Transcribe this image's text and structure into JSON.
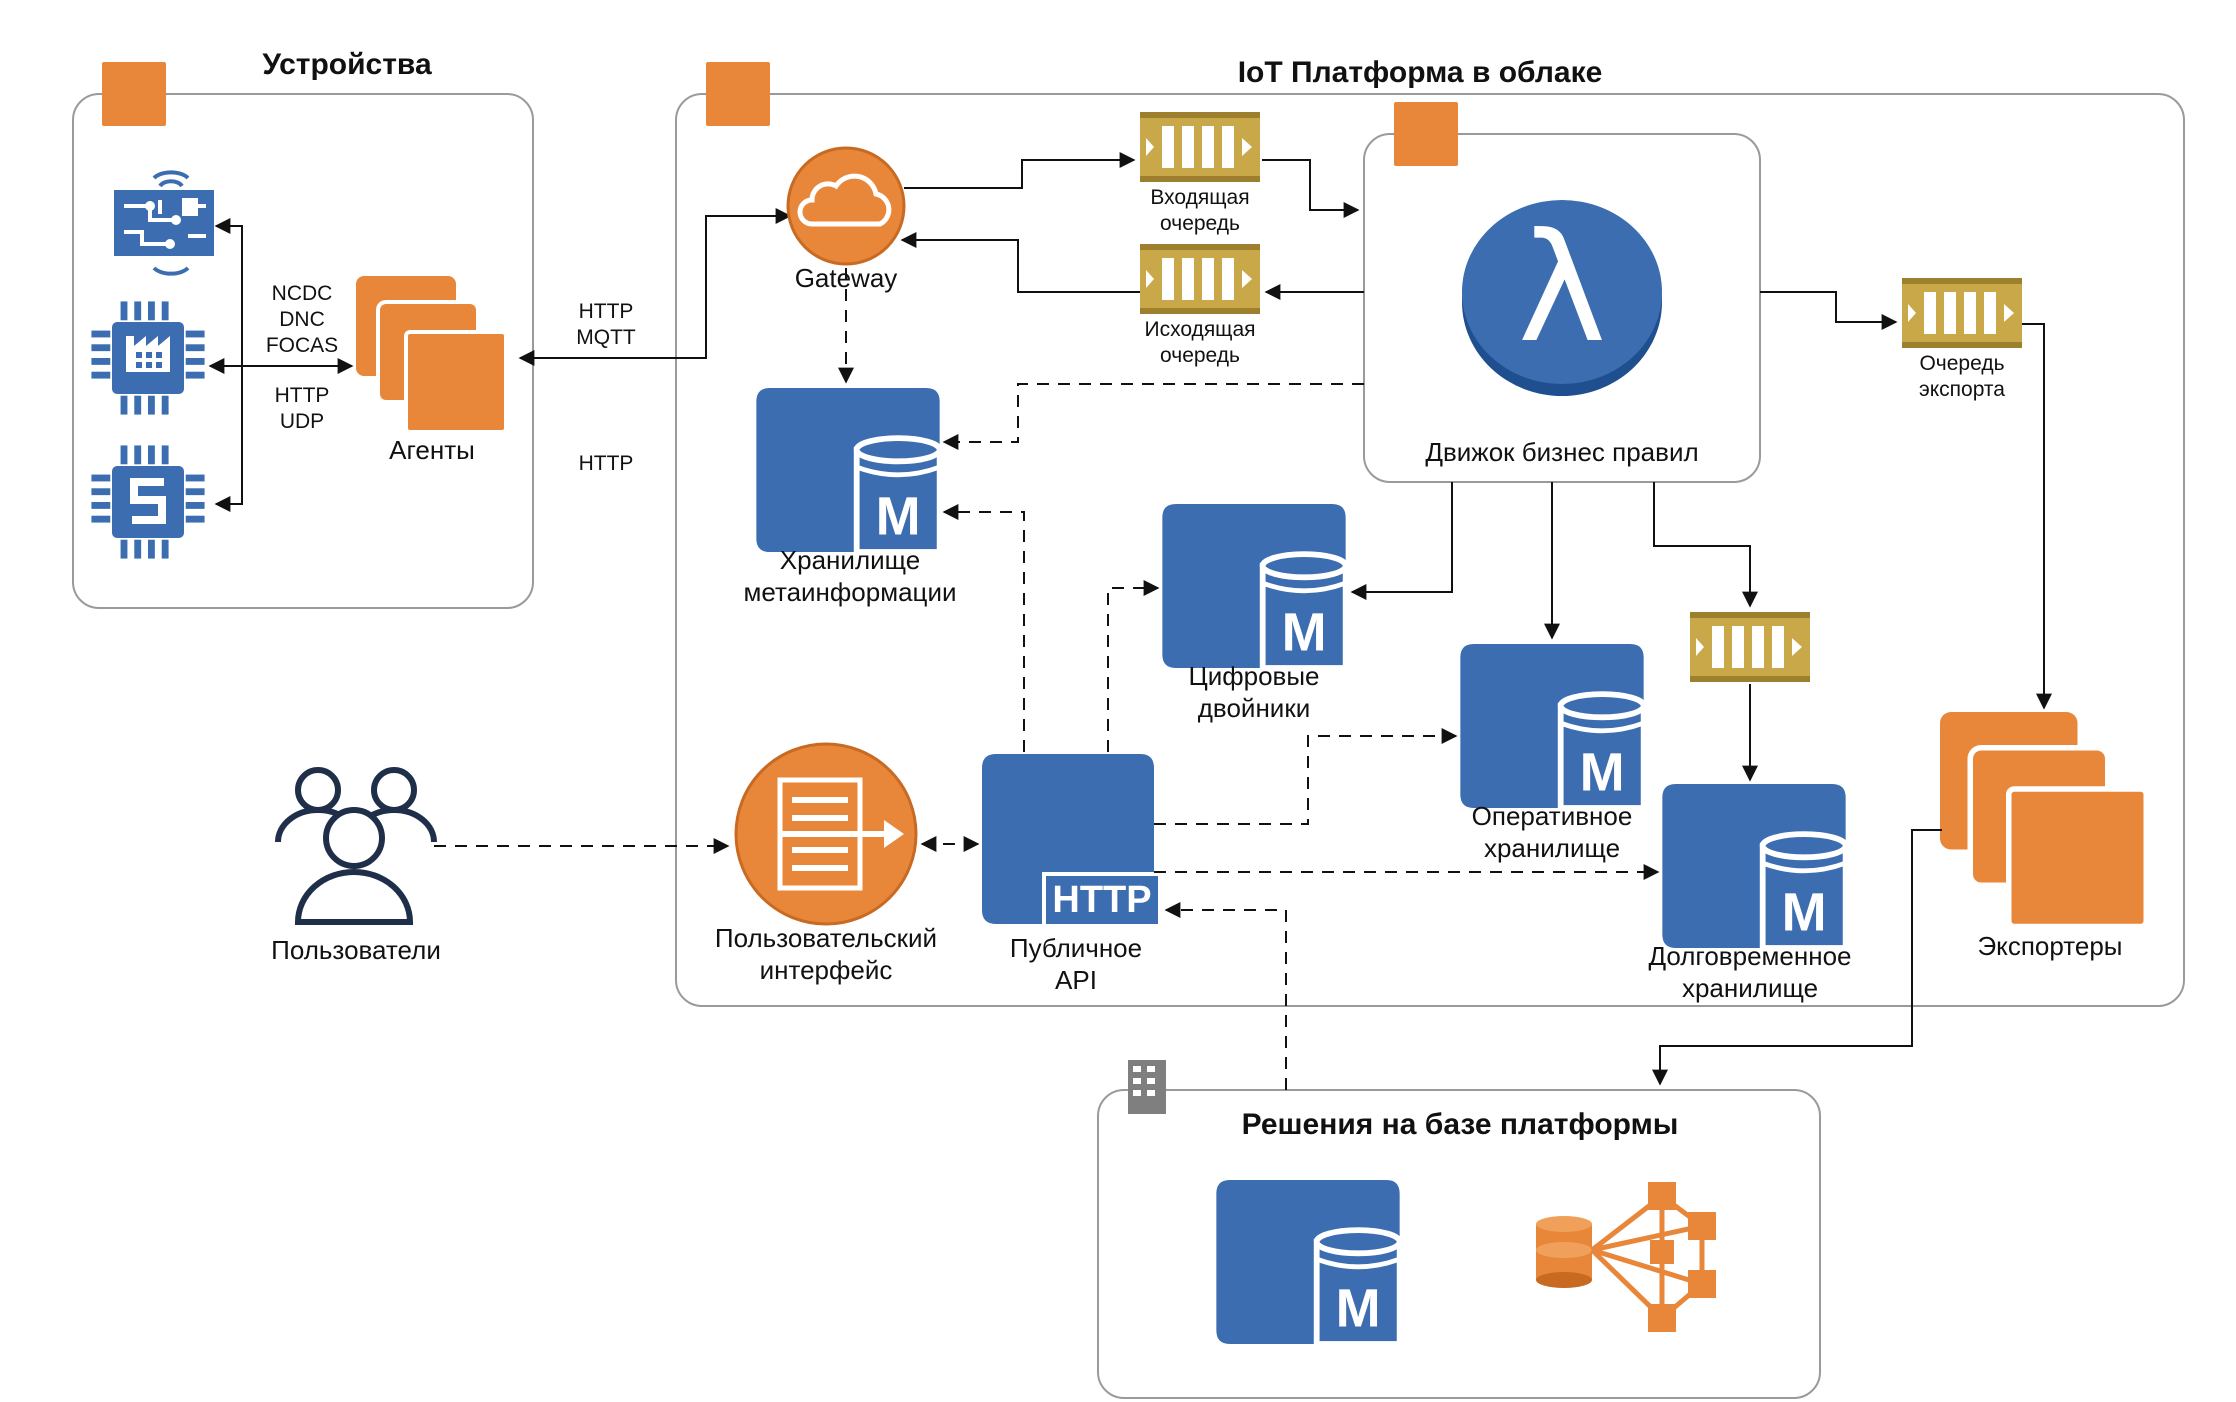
{
  "groups": {
    "devices": "Устройства",
    "platform": "IoT Платформа в облаке",
    "solutions": "Решения на базе платформы"
  },
  "protocols": {
    "agents_lines": [
      "NCDC",
      "DNC",
      "FOCAS"
    ],
    "agents_alt": [
      "HTTP",
      "UDP"
    ],
    "gateway": [
      "HTTP",
      "MQTT"
    ],
    "http_only": "HTTP"
  },
  "nodes": {
    "agents": "Агенты",
    "gateway": "Gateway",
    "inbound_queue": [
      "Входящая",
      "очередь"
    ],
    "outbound_queue": [
      "Исходящая",
      "очередь"
    ],
    "rules_engine": "Движок бизнес правил",
    "export_queue": [
      "Очередь",
      "экспорта"
    ],
    "meta_store": [
      "Хранилище",
      "метаинформации"
    ],
    "digital_twins": [
      "Цифровые",
      "двойники"
    ],
    "operational_store": [
      "Оперативное",
      "хранилище"
    ],
    "longterm_store": [
      "Долговременное",
      "хранилище"
    ],
    "exporters": "Экспортеры",
    "users": "Пользователи",
    "user_interface": [
      "Пользовательский",
      "интерфейс"
    ],
    "public_api": [
      "Публичное",
      "API"
    ],
    "http_badge": "HTTP",
    "db_badge": "M",
    "lambda_symbol": "λ"
  },
  "colors": {
    "orange": "#E8873A",
    "orange_light": "#F0A05A",
    "blue": "#3B6DB0",
    "gold": "#C9A84A",
    "gray_border": "#9a9a9a",
    "navy_icon": "#1f3a5f"
  }
}
